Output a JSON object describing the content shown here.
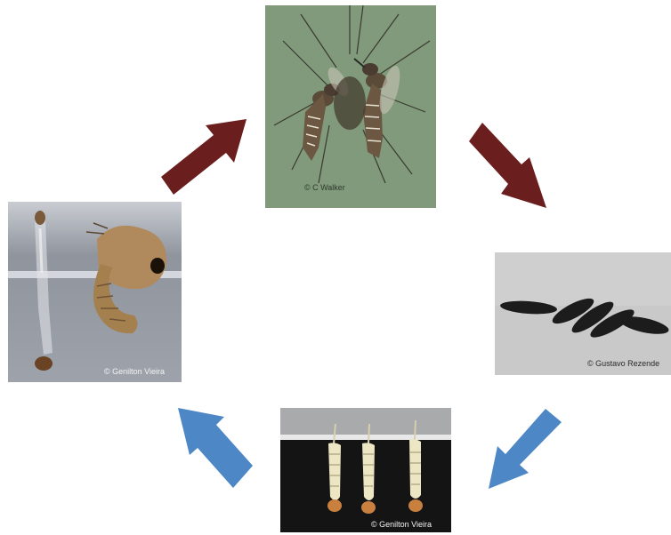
{
  "stages": {
    "adult": {
      "credit": "© C Walker"
    },
    "eggs": {
      "credit": "© Gustavo Rezende"
    },
    "larvae": {
      "credit": "© Genilton Vieira"
    },
    "pupa": {
      "credit": "© Genilton Vieira"
    }
  },
  "colors": {
    "arrow_dark": "#6b1e1e",
    "arrow_blue": "#4e87c5",
    "adult_bg": "#7b9575",
    "eggs_bg": "#c9c9c9",
    "larvae_bg": "#141414",
    "pupa_bg": "#a9aeb6"
  },
  "icons": {
    "top_left_arrow": "arrow-up-right-icon",
    "top_right_arrow": "arrow-down-right-icon",
    "bottom_right_arrow": "arrow-down-left-icon",
    "bottom_left_arrow": "arrow-up-left-icon"
  }
}
